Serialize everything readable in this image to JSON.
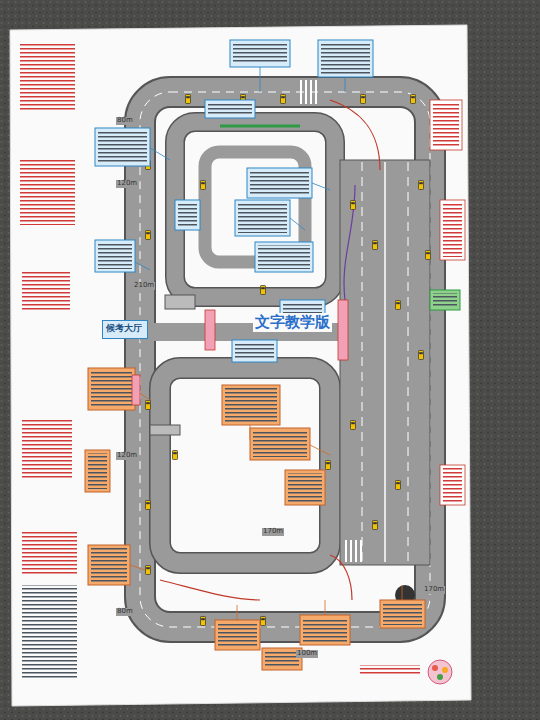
{
  "diagram": {
    "title": "文字教学版",
    "nodes": [
      {
        "text": [
          "候考大厅"
        ]
      }
    ],
    "labels": [
      "80m",
      "120m",
      "210m",
      "120m",
      "80m",
      "170m",
      "100m",
      "170m"
    ]
  }
}
